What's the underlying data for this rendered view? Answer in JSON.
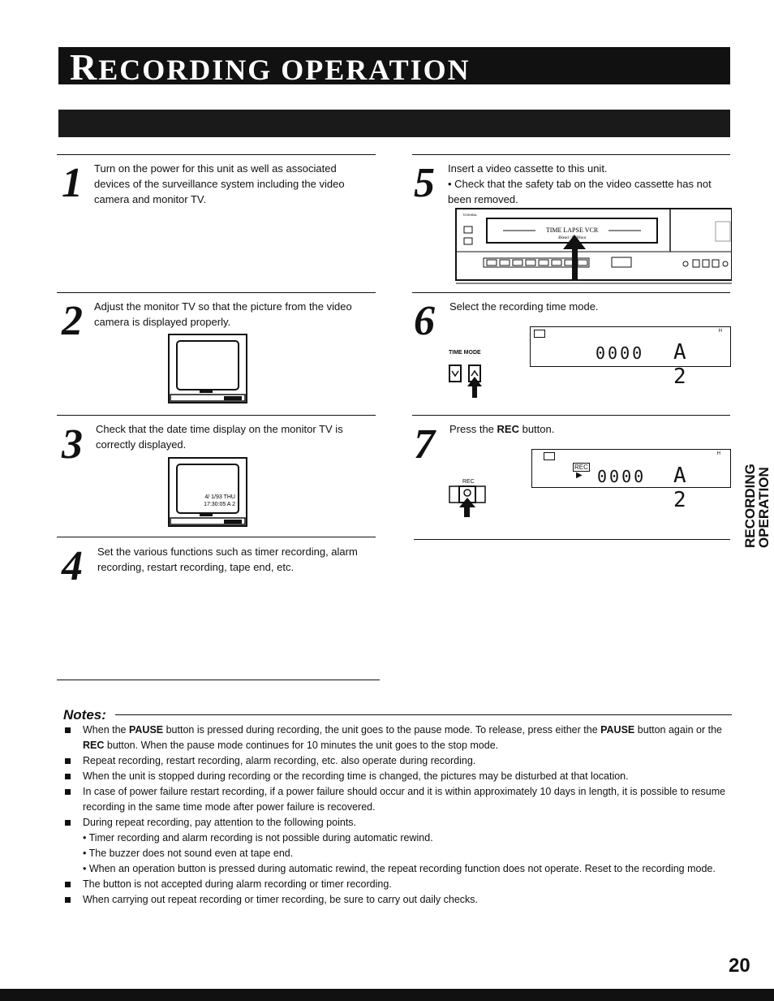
{
  "header": {
    "title_initial": "R",
    "title_rest": "ECORDING OPERATION"
  },
  "steps": [
    {
      "num": "1",
      "text": "Turn on the power for this unit as well as associated devices of the surveillance system including the video camera and monitor TV."
    },
    {
      "num": "2",
      "text": "Adjust the monitor TV so that the picture from the video camera is displayed properly."
    },
    {
      "num": "3",
      "text": "Check that the date time display on the monitor TV is correctly displayed."
    },
    {
      "num": "4",
      "text": "Set the various functions such as timer recording, alarm recording, restart recording, tape end, etc."
    },
    {
      "num": "5",
      "text": "Insert a video cassette to this unit.",
      "bullet": "• Check that the safety tab on the video cassette has not been removed."
    },
    {
      "num": "6",
      "text": "Select the recording time mode."
    },
    {
      "num": "7",
      "text_pre": "Press the ",
      "text_bold": "REC",
      "text_post": " button."
    }
  ],
  "illustrations": {
    "tv3_date": "4/ 1/93 THU",
    "tv3_time": "17:30:05 A 2",
    "vcr_label": "TIME LAPSE VCR",
    "vcr_sub": "4Head / 960Hour",
    "vcr_brand": "TOSHIBA",
    "time_mode_label": "TIME MODE",
    "lcd6_digits": "0000",
    "lcd6_mode": "A 2",
    "lcd6_h": "H",
    "rec_label": "REC",
    "lcd7_rec": "REC",
    "lcd7_digits": "0000",
    "lcd7_mode": "A 2",
    "lcd7_h": "H"
  },
  "notes": {
    "heading": "Notes:",
    "items": [
      {
        "type": "bullet",
        "parts": [
          {
            "t": "When the "
          },
          {
            "t": "PAUSE",
            "b": true
          },
          {
            "t": " button is pressed during recording, the unit goes to the pause mode. To release, press either the "
          },
          {
            "t": "PAUSE",
            "b": true
          },
          {
            "t": " button again or the "
          },
          {
            "t": "REC",
            "b": true
          },
          {
            "t": " button. When the pause mode continues for 10 minutes the unit goes to the stop mode."
          }
        ]
      },
      {
        "type": "bullet",
        "parts": [
          {
            "t": "Repeat recording, restart recording, alarm recording, etc. also operate during recording."
          }
        ]
      },
      {
        "type": "bullet",
        "parts": [
          {
            "t": "When the unit is stopped during recording or the recording time is changed, the pictures may be disturbed at that location."
          }
        ]
      },
      {
        "type": "bullet",
        "parts": [
          {
            "t": "In case of power failure restart recording, if a power failure should occur and it is within approximately 10 days in length, it is possible to resume recording in the same time mode after power failure is recovered."
          }
        ]
      },
      {
        "type": "bullet",
        "parts": [
          {
            "t": "During repeat recording, pay attention to the following points."
          }
        ]
      },
      {
        "type": "sub",
        "parts": [
          {
            "t": "• Timer recording and alarm recording is not possible during automatic rewind."
          }
        ]
      },
      {
        "type": "sub",
        "parts": [
          {
            "t": "• The buzzer does not sound even at tape end."
          }
        ]
      },
      {
        "type": "sub",
        "parts": [
          {
            "t": "• When an operation button is pressed during automatic rewind, the repeat recording function does not operate. Reset to the recording mode."
          }
        ]
      },
      {
        "type": "bullet",
        "parts": [
          {
            "t": "The button is not accepted during alarm recording or timer recording."
          }
        ]
      },
      {
        "type": "bullet",
        "parts": [
          {
            "t": "When carrying out repeat recording or timer recording, be sure to carry out daily checks."
          }
        ]
      }
    ]
  },
  "side_tab": {
    "line1": "RECORDING",
    "line2": "OPERATION"
  },
  "page_number": "20"
}
